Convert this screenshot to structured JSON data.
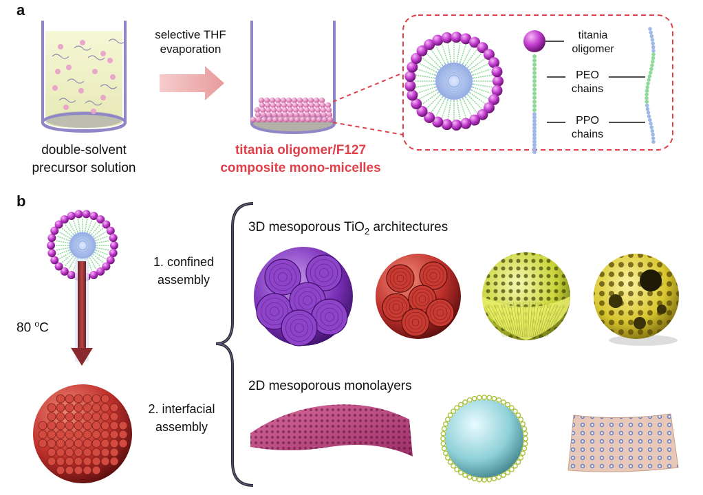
{
  "panel_a": {
    "label": "a",
    "beaker_caption_line1": "double-solvent",
    "beaker_caption_line2": "precursor solution",
    "arrow_text_line1": "selective THF",
    "arrow_text_line2": "evaporation",
    "micelle_caption_line1": "titania oligomer/F127",
    "micelle_caption_line2": "composite mono-micelles",
    "legend": {
      "titania_line1": "titania",
      "titania_line2": "oligomer",
      "peo_line1": "PEO",
      "peo_line2": "chains",
      "ppo_line1": "PPO",
      "ppo_line2": "chains"
    }
  },
  "panel_b": {
    "label": "b",
    "temperature_value": "80",
    "temperature_unit_sup": "o",
    "temperature_unit": "C",
    "route1_line1": "1. confined",
    "route1_line2": "assembly",
    "route2_line1": "2. interfacial",
    "route2_line2": "assembly",
    "header_3d_prefix": "3D mesoporous TiO",
    "header_3d_sub": "2",
    "header_3d_suffix": " architectures",
    "header_2d": "2D mesoporous monolayers"
  },
  "colors": {
    "magenta": "#c23ccf",
    "peo_green": "#8fd99a",
    "ppo_blue": "#9fb8e8",
    "red_text": "#e0404a",
    "purple_sphere": "#7a2fb8",
    "red_sphere": "#c0302c",
    "yellow_sphere": "#c9d438",
    "cyan_sphere": "#8fd0d8"
  }
}
